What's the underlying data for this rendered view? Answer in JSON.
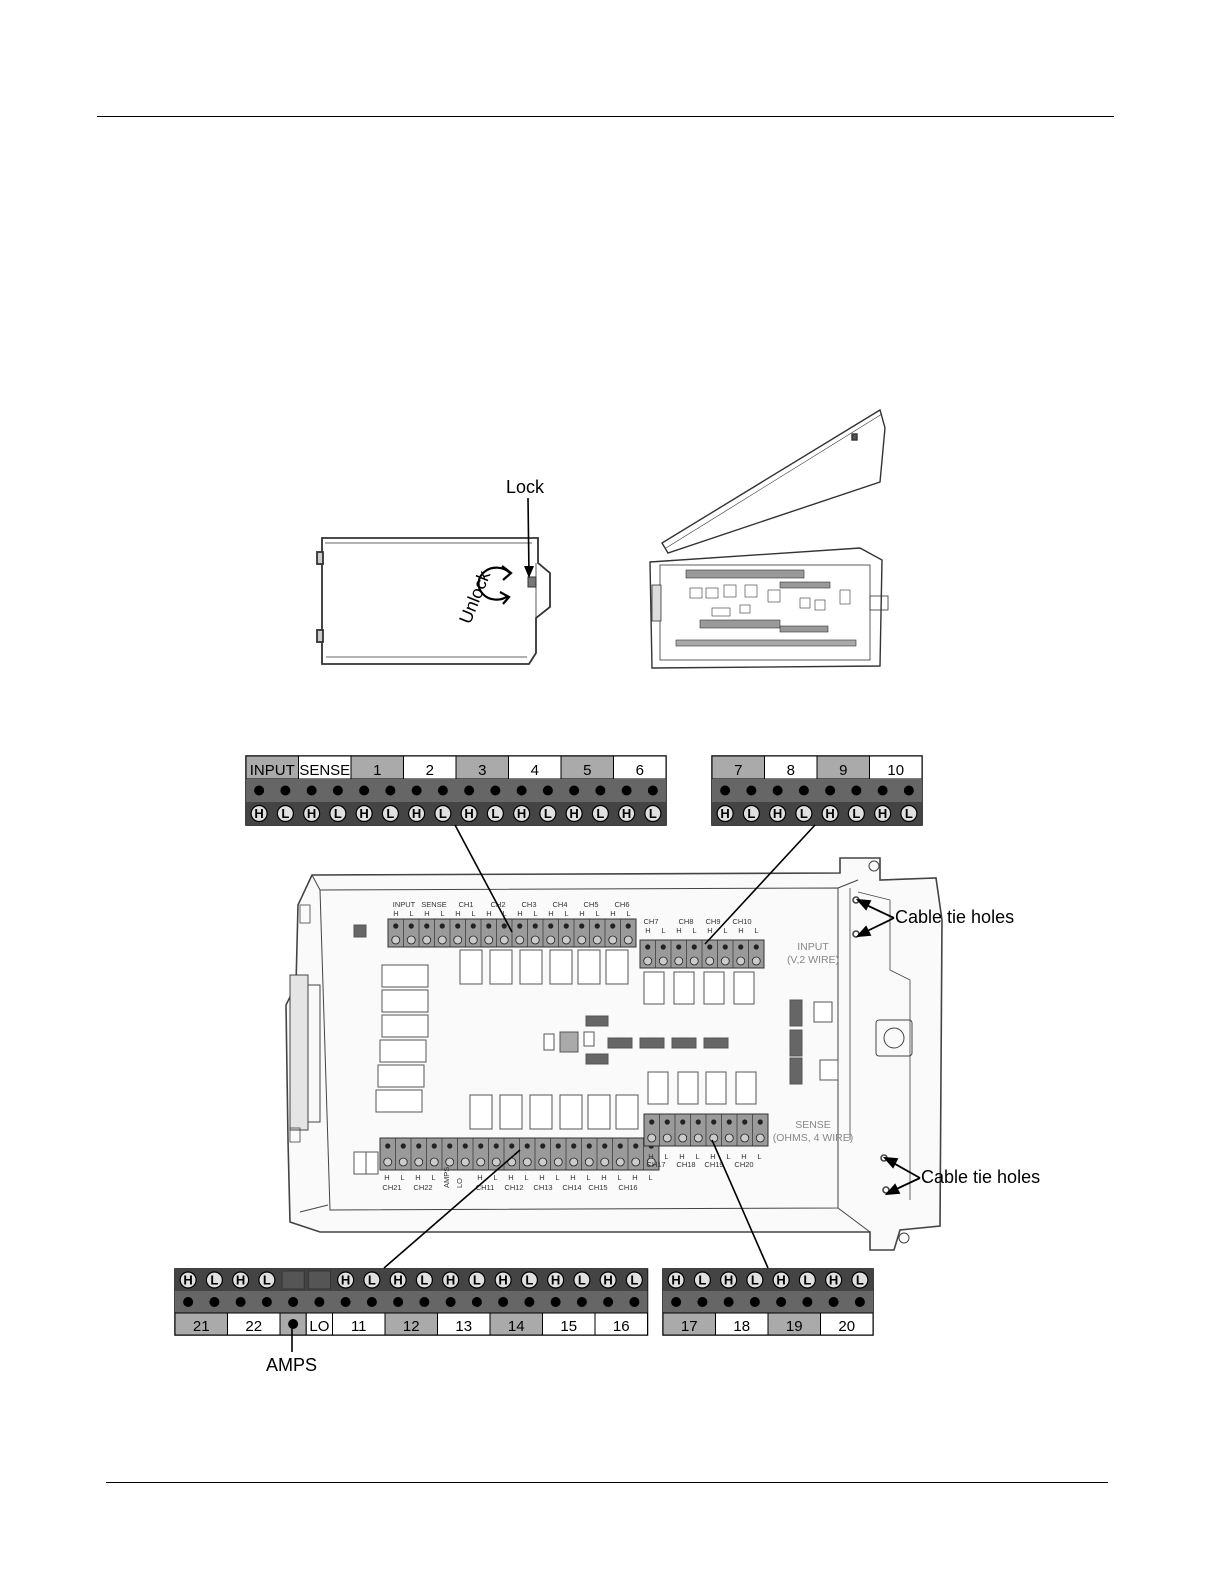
{
  "figure": {
    "callouts": {
      "lock": "Lock",
      "unlock": "Unlock",
      "cable_tie_holes_upper": "Cable tie holes",
      "cable_tie_holes_lower": "Cable tie holes",
      "amps": "AMPS"
    },
    "blocks": {
      "top_left": {
        "headers": [
          "INPUT",
          "SENSE",
          "1",
          "2",
          "3",
          "4",
          "5",
          "6"
        ],
        "header_shading": [
          "gray",
          "white",
          "gray",
          "white",
          "gray",
          "white",
          "gray",
          "white"
        ],
        "terminals": [
          "H",
          "L",
          "H",
          "L",
          "H",
          "L",
          "H",
          "L",
          "H",
          "L",
          "H",
          "L",
          "H",
          "L",
          "H",
          "L"
        ]
      },
      "top_right": {
        "headers": [
          "7",
          "8",
          "9",
          "10"
        ],
        "header_shading": [
          "gray",
          "white",
          "gray",
          "white"
        ],
        "terminals": [
          "H",
          "L",
          "H",
          "L",
          "H",
          "L",
          "H",
          "L"
        ]
      },
      "bottom_left": {
        "terminals": [
          "H",
          "L",
          "H",
          "L",
          "",
          "",
          "H",
          "L",
          "H",
          "L",
          "H",
          "L",
          "H",
          "L",
          "H",
          "L",
          "H",
          "L"
        ],
        "footers": [
          "21",
          "22",
          "",
          "LO",
          "11",
          "12",
          "13",
          "14",
          "15",
          "16"
        ],
        "footer_shading": [
          "gray",
          "white",
          "gray",
          "white",
          "white",
          "gray",
          "white",
          "gray",
          "white",
          "white"
        ]
      },
      "bottom_right": {
        "terminals": [
          "H",
          "L",
          "H",
          "L",
          "H",
          "L",
          "H",
          "L"
        ],
        "footers": [
          "17",
          "18",
          "19",
          "20"
        ],
        "footer_shading": [
          "gray",
          "white",
          "gray",
          "white"
        ]
      }
    },
    "board_labels": {
      "top_row": [
        "INPUT",
        "SENSE",
        "CH1",
        "CH2",
        "CH3",
        "CH4",
        "CH5",
        "CH6"
      ],
      "right_top_row": [
        "CH7",
        "CH8",
        "CH9",
        "CH10"
      ],
      "input_caption_1": "INPUT",
      "input_caption_2": "(V,2 WIRE)",
      "sense_caption_1": "SENSE",
      "sense_caption_2": "(OHMS, 4 WIRE)",
      "bottom_row": [
        "CH21",
        "CH22",
        "AMPS",
        "LO",
        "CH11",
        "CH12",
        "CH13",
        "CH14",
        "CH15",
        "CH16"
      ],
      "right_bottom_row": [
        "CH17",
        "CH18",
        "CH19",
        "CH20"
      ],
      "pin_h": "H",
      "pin_l": "L"
    }
  }
}
